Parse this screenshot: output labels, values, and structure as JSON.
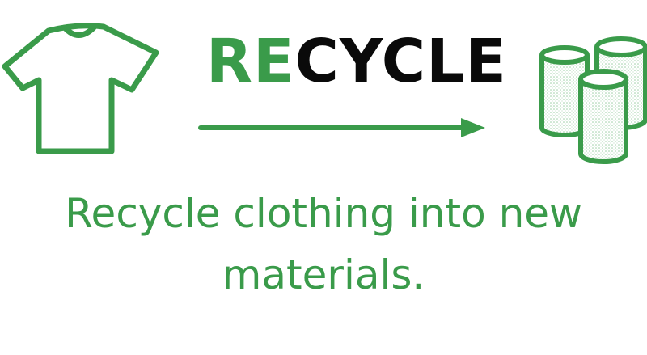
{
  "title": {
    "accent": "RE",
    "rest": "CYCLE"
  },
  "caption": "Recycle clothing into new materials.",
  "icons": {
    "left": "t-shirt-icon",
    "middle": "arrow-right-icon",
    "right": "fabric-rolls-icon"
  },
  "colors": {
    "accent": "#3a9b4a",
    "text_dark": "#0a0a0a",
    "background": "#ffffff"
  }
}
